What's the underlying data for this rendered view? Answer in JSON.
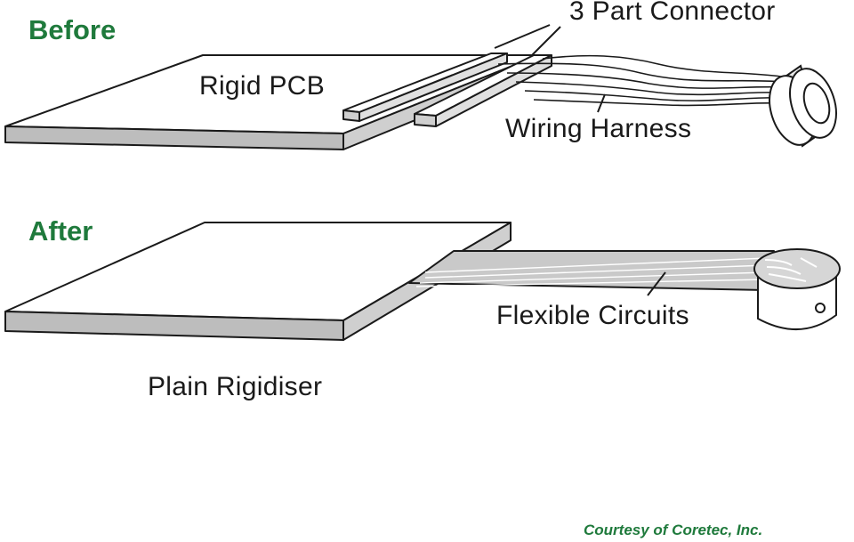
{
  "sections": {
    "before": {
      "heading": "Before",
      "labels": {
        "connector": "3 Part Connector",
        "pcb": "Rigid PCB",
        "harness": "Wiring Harness"
      }
    },
    "after": {
      "heading": "After",
      "labels": {
        "flex": "Flexible Circuits",
        "rigidiser": "Plain Rigidiser"
      }
    }
  },
  "credit": "Courtesy of Coretec, Inc.",
  "colors": {
    "heading": "#1f7a3c",
    "outline": "#1a1a1a",
    "board_edge": "#b8b8b8",
    "flex_fill": "#c9c9c9"
  }
}
